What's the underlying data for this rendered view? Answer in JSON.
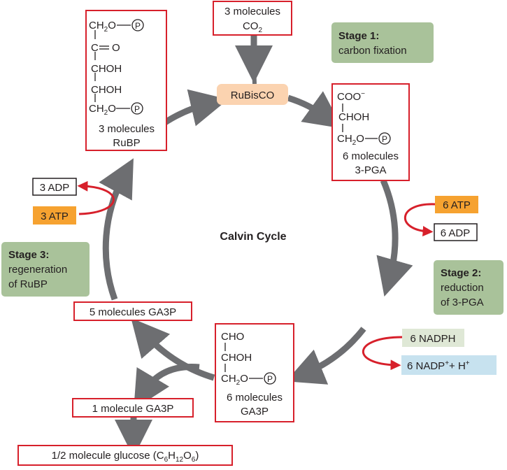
{
  "diagram": {
    "title": "Calvin Cycle",
    "enzyme": "RuBisCO",
    "stages": [
      {
        "name": "Stage 1:",
        "desc_lines": [
          "carbon fixation"
        ]
      },
      {
        "name": "Stage 2:",
        "desc_lines": [
          "reduction",
          "of 3-PGA"
        ]
      },
      {
        "name": "Stage 3:",
        "desc_lines": [
          "regeneration",
          "of RuBP"
        ]
      }
    ],
    "inputs": {
      "co2_line1": "3 molecules",
      "co2_line2": "CO",
      "co2_sub": "2"
    },
    "rubp": {
      "structure": [
        "CH2O—(P)",
        "C=O",
        "CHOH",
        "CHOH",
        "CH2O—(P)"
      ],
      "label_lines": [
        "3 molecules",
        "RuBP"
      ]
    },
    "pga": {
      "structure": [
        "COO−",
        "CHOH",
        "CH2O—(P)"
      ],
      "label_lines": [
        "6 molecules",
        "3-PGA"
      ]
    },
    "ga3p": {
      "structure": [
        "CHO",
        "CHOH",
        "CH2O—(P)"
      ],
      "label_lines": [
        "6 molecules",
        "GA3P"
      ]
    },
    "ga3p_5": "5 molecules GA3P",
    "ga3p_1": "1 molecule GA3P",
    "glucose": {
      "prefix": "1/2 molecule glucose (C",
      "c_sub": "6",
      "h": "H",
      "h_sub": "12",
      "o": "O",
      "o_sub": "6",
      "suffix": ")"
    },
    "stage2_energy": {
      "atp": "6 ATP",
      "adp": "6 ADP"
    },
    "stage2_reduction": {
      "nadph": "6 NADPH",
      "nadp": "6 NADP",
      "nadp_sup": "+",
      "plus_h": "+ H",
      "h_sup": "+"
    },
    "stage3_energy": {
      "atp": "3 ATP",
      "adp": "3 ADP"
    },
    "phosphate_symbol": "P",
    "colors": {
      "cycle_arrow": "#6d6e71",
      "box_border": "#d7202b",
      "stage_box": "#a9c29a",
      "atp_box": "#f6a230",
      "nadp_box": "#c7e2ef",
      "nadph_box": "#dfe8d6",
      "rubisco_box": "#fbd3b0",
      "red_arrow": "#d7202b"
    }
  }
}
